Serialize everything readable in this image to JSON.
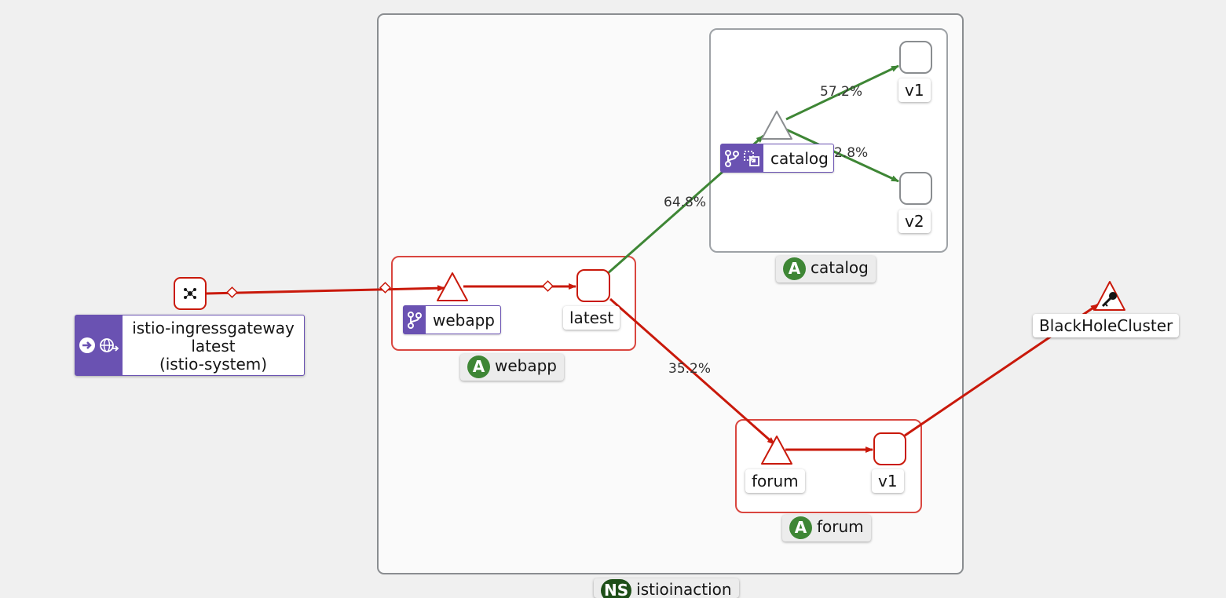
{
  "namespace": {
    "badge": "NS",
    "name": "istioinaction"
  },
  "apps": {
    "catalog": {
      "badge": "A",
      "name": "catalog"
    },
    "webapp": {
      "badge": "A",
      "name": "webapp"
    },
    "forum": {
      "badge": "A",
      "name": "forum"
    }
  },
  "services": {
    "catalog": "catalog",
    "webapp": "webapp",
    "forum": "forum"
  },
  "workloads": {
    "catalog_v1": "v1",
    "catalog_v2": "v2",
    "webapp_latest": "latest",
    "forum_v1": "v1"
  },
  "gateway": {
    "name": "istio-ingressgateway",
    "version": "latest",
    "namespace": "(istio-system)"
  },
  "blackhole": "BlackHoleCluster",
  "edges": {
    "to_catalog": "64.8%",
    "to_forum": "35.2%",
    "catalog_v1": "57.2%",
    "catalog_v2": "2.8%"
  },
  "colors": {
    "healthy": "#3e8635",
    "error": "#c9190b",
    "service": "#6a52b2",
    "neutral": "#8a8d90"
  }
}
